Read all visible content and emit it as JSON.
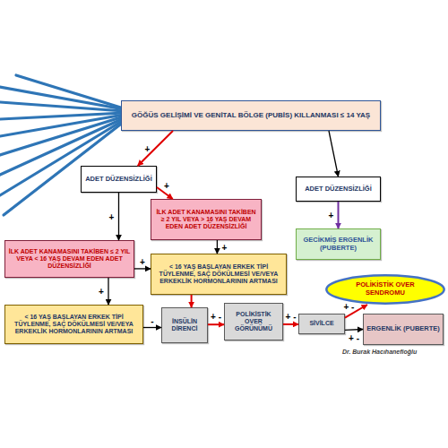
{
  "diagram": {
    "nodes": [
      {
        "text": [
          "GÖĞÜS GELİŞİMİ VE GENİTAL BÖLGE (PUBİS) KILLANMASI ≤ 14 YAŞ"
        ]
      },
      {
        "text": [
          "ADET DÜZENSİZLİĞİ"
        ]
      },
      {
        "text": [
          "ADET DÜZENSİZLİĞİ"
        ]
      },
      {
        "text": [
          "İLK ADET KANAMASINI TAKİBEN ≥ 2 YIL VEYA > 16 YAŞ DEVAM EDEN ADET DÜZENSİZLİĞİ"
        ]
      },
      {
        "text": [
          "GECİKMİŞ ERGENLİK (PUBERTE)"
        ]
      },
      {
        "text": [
          "İLK ADET KANAMASINI TAKİBEN ≤ 2 YIL VEYA < 16 YAŞ DEVAM EDEN ADET DÜZENSİZLİĞİ"
        ]
      },
      {
        "text": [
          "< 16 YAŞ BAŞLAYAN ERKEK TİPİ TÜYLENME, SAÇ DÖKÜLMESİ VE/VEYA ERKEKLİK HORMONLARININ ARTMASI"
        ]
      },
      {
        "text": [
          "< 16 YAŞ BAŞLAYAN ERKEK TİPİ TÜYLENME, SAÇ DÖKÜLMESİ VE/VEYA ERKEKLİK HORMONLARININ ARTMASI"
        ]
      },
      {
        "text": [
          "İNSÜLİN DİRENCİ"
        ]
      },
      {
        "text": [
          "POLİKİSTİK OVER GÖRÜNÜMÜ"
        ]
      },
      {
        "text": [
          "SİVİLCE"
        ]
      },
      {
        "text": [
          "POLİKİSTİK OVER SENDROMU"
        ]
      },
      {
        "text": [
          "ERGENLİK (PUBERTE)"
        ]
      }
    ],
    "edges": [
      {
        "from": 0,
        "to": 1,
        "label": "+",
        "arrow": "to"
      },
      {
        "from": 0,
        "to": 2,
        "arrow": "to"
      },
      {
        "from": 1,
        "to": 3,
        "label": "+",
        "arrow": "to"
      },
      {
        "from": 1,
        "to": 5,
        "label": "+",
        "arrow": "to"
      },
      {
        "from": 2,
        "to": 4,
        "label": "+",
        "arrow": "to"
      },
      {
        "from": 3,
        "to": 6,
        "label": "+",
        "arrow": "to"
      },
      {
        "from": 5,
        "to": 6,
        "label": "+",
        "arrow": "to"
      },
      {
        "from": 5,
        "to": 7,
        "label": "+",
        "arrow": "to"
      },
      {
        "from": 6,
        "to": 8,
        "arrow": "to"
      },
      {
        "from": 7,
        "to": 8,
        "label": "-",
        "arrow": "to"
      },
      {
        "from": 8,
        "to": 9,
        "label": "+ -",
        "arrow": "to"
      },
      {
        "from": 9,
        "to": 10,
        "label": "+ -",
        "arrow": "to"
      },
      {
        "from": 10,
        "to": 11,
        "label": "+ -",
        "arrow": "to"
      },
      {
        "from": 10,
        "to": 12,
        "label": "+ -",
        "arrow": "to"
      }
    ],
    "labels": [
      "Dr. Burak Hacıhanefioğlu"
    ]
  }
}
